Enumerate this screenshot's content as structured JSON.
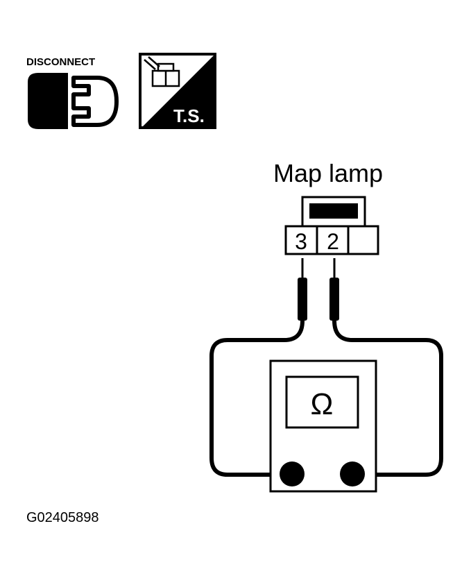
{
  "disconnect_icon": {
    "label": "DISCONNECT",
    "icon": "connector-disconnect-icon"
  },
  "ts_icon": {
    "label": "T.S.",
    "icon": "terminal-side-icon"
  },
  "component": {
    "label": "Map lamp"
  },
  "connector": {
    "terminals": [
      "3",
      "2",
      ""
    ]
  },
  "meter": {
    "symbol": "Ω",
    "icon": "ohmmeter-icon"
  },
  "figure_id": "G02405898",
  "colors": {
    "ink": "#000000",
    "paper": "#ffffff"
  }
}
